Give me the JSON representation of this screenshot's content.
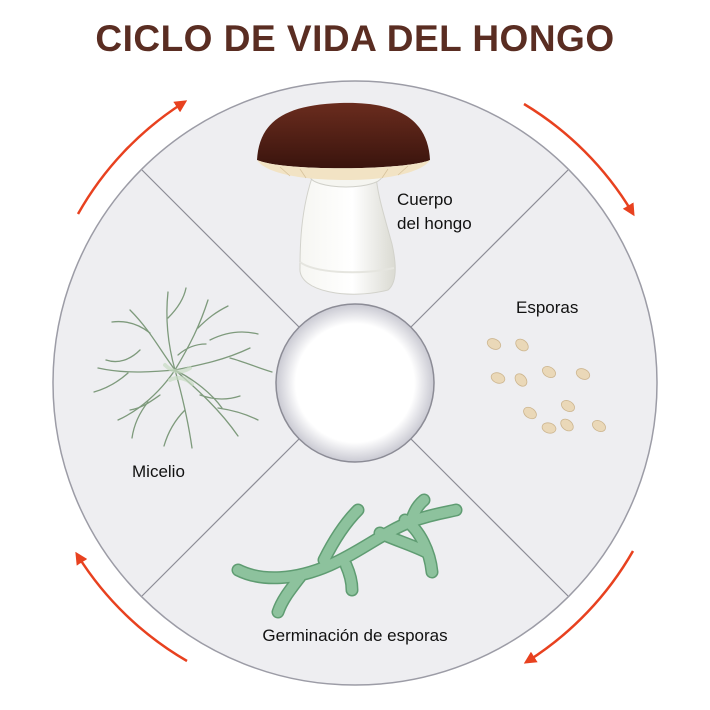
{
  "title": "CICLO DE VIDA DEL HONGO",
  "stages": {
    "fruiting_body": {
      "line1": "Cuerpo",
      "line2": "del hongo",
      "icon": "mushroom-icon"
    },
    "spores": {
      "label": "Esporas",
      "icon": "spores-icon"
    },
    "germination": {
      "label": "Germinación de esporas",
      "icon": "germinating-hyphae-icon"
    },
    "mycelium": {
      "label": "Micelio",
      "icon": "mycelium-icon"
    }
  },
  "colors": {
    "title": "#5a2d22",
    "arrow": "#e8411f",
    "wheel_fill": "#eeeef1",
    "wheel_stroke": "#9c9ca6",
    "cap": "#4b1d14",
    "hyphae": "#8dc29d",
    "spore": "#ead8b8",
    "mycelium": "#7e9a7c"
  }
}
